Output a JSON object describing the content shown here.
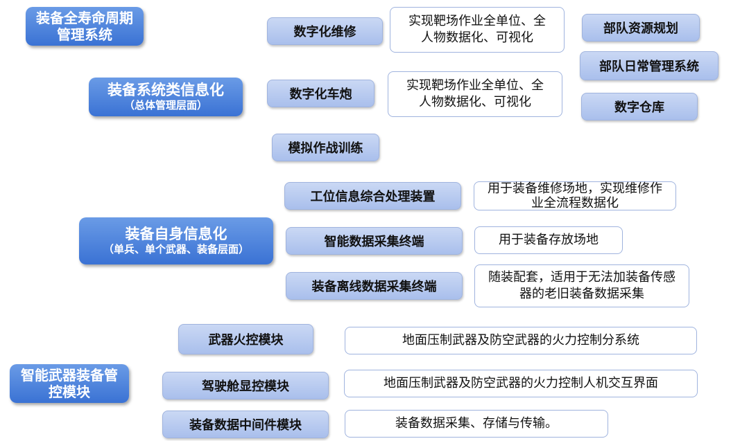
{
  "categories": {
    "lifecycle": "装备全寿命周期管理系统",
    "system": {
      "title": "装备系统类信息化",
      "sub": "（总体管理层面）"
    },
    "self": {
      "title": "装备自身信息化",
      "sub": "（单兵、单个武器、装备层面）"
    },
    "smart": "智能武器装备管控模块"
  },
  "modules": {
    "digital_repair": "数字化维修",
    "digital_vehicle": "数字化车炮",
    "sim_training": "模拟作战训练",
    "station_device": "工位信息综合处理装置",
    "smart_terminal": "智能数据采集终端",
    "offline_terminal": "装备离线数据采集终端",
    "fire_control": "武器火控模块",
    "cockpit": "驾驶舱显控模块",
    "middleware": "装备数据中间件模块",
    "resource_planning": "部队资源规划",
    "daily_mgmt": "部队日常管理系统",
    "digital_warehouse": "数字仓库"
  },
  "descriptions": {
    "repair_desc": "实现靶场作业全单位、全人物数据化、可视化",
    "vehicle_desc": "实现靶场作业全单位、全人物数据化、可视化",
    "station_desc": "用于装备维修场地，实现维修作业全流程数据化",
    "smart_desc": "用于装备存放场地",
    "offline_desc": "随装配套，适用于无法加装备传感器的老旧装备数据采集",
    "fire_desc": "地面压制武器及防空武器的火力控制分系统",
    "cockpit_desc": "地面压制武器及防空武器的火力控制人机交互界面",
    "middleware_desc": "装备数据采集、存储与传输。"
  }
}
